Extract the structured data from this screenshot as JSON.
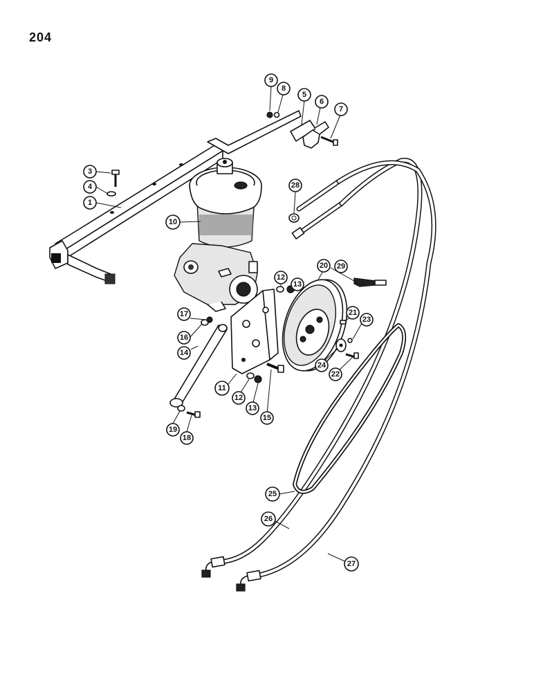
{
  "page": {
    "number": "204"
  },
  "callouts": [
    "1",
    "3",
    "4",
    "5",
    "6",
    "7",
    "8",
    "9",
    "10",
    "11",
    "12",
    "12",
    "13",
    "13",
    "14",
    "15",
    "16",
    "17",
    "18",
    "19",
    "20",
    "21",
    "22",
    "23",
    "24",
    "25",
    "26",
    "27",
    "28",
    "29"
  ]
}
